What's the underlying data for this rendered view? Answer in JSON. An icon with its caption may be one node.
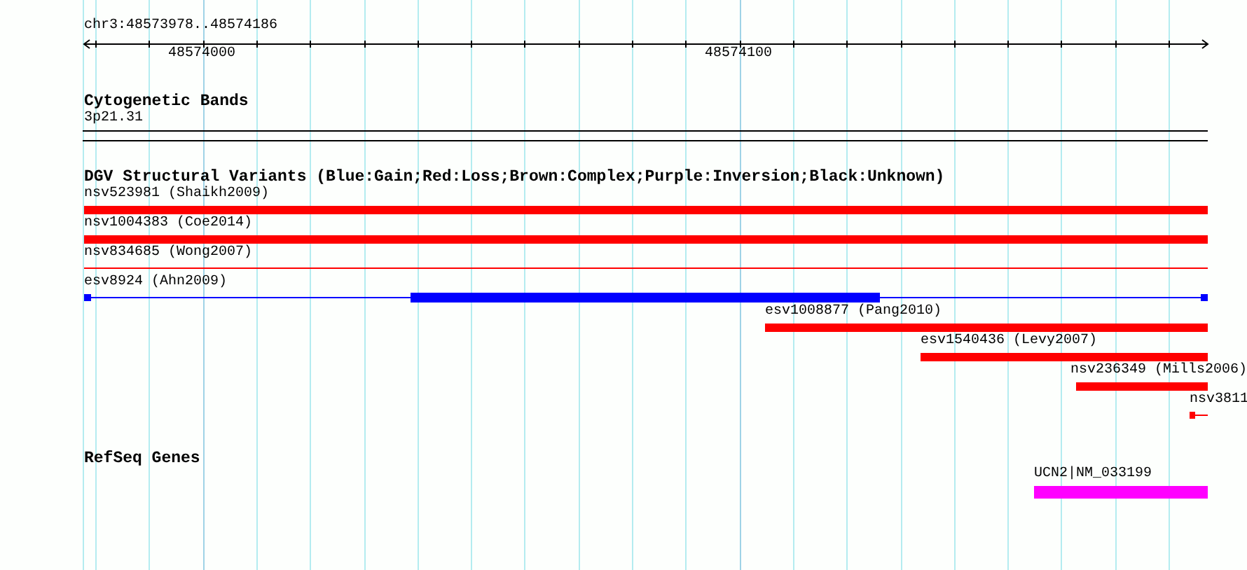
{
  "diagram": {
    "title": "chr3:48573978..48574186",
    "nodes": [
      {
        "text": [
          "nsv523981 (Shaikh2009)"
        ]
      },
      {
        "text": [
          "nsv1004383 (Coe2014)"
        ]
      },
      {
        "text": [
          "nsv834685 (Wong2007)"
        ]
      },
      {
        "text": [
          "esv8924 (Ahn2009)"
        ]
      },
      {
        "text": [
          "esv1008877 (Pang2010)"
        ]
      },
      {
        "text": [
          "esv1540436 (Levy2007)"
        ]
      },
      {
        "text": [
          "nsv236349 (Mills2006)"
        ]
      },
      {
        "text": [
          "nsv3811"
        ]
      },
      {
        "text": [
          "UCN2|NM_033199"
        ]
      }
    ],
    "labels": [
      "48574000",
      "48574100",
      "Cytogenetic Bands",
      "3p21.31",
      "DGV Structural Variants (Blue:Gain;Red:Loss;Brown:Complex;Purple:Inversion;Black:Unknown)",
      "RefSeq Genes"
    ]
  }
}
